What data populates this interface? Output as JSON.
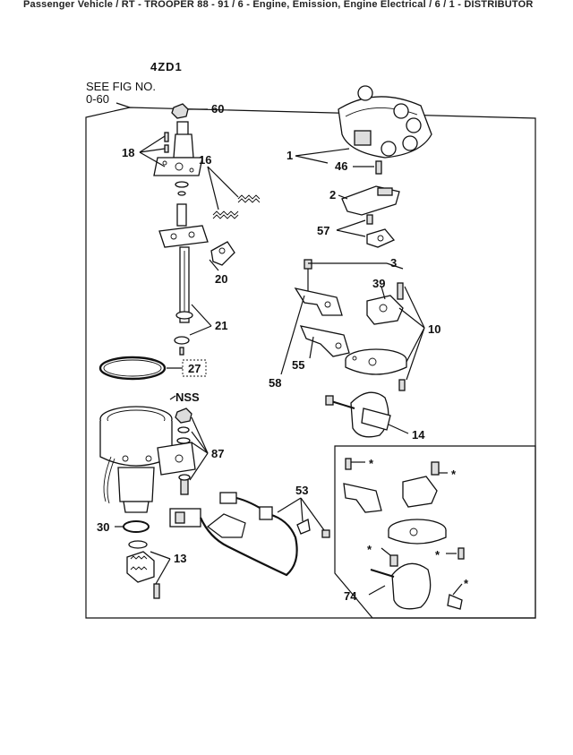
{
  "header": {
    "text": "Passenger Vehicle / RT - TROOPER 88 - 91 / 6 - Engine, Emission, Engine Electrical / 6 / 1 - DISTRIBUTOR"
  },
  "diagram": {
    "engine_code": "4ZD1",
    "see_fig_line1": "SEE FIG NO.",
    "see_fig_line2": "0-60",
    "callouts": {
      "p60": "60",
      "p18": "18",
      "p16": "16",
      "p20": "20",
      "p21": "21",
      "p27": "27",
      "nss": "NSS",
      "p87": "87",
      "p30": "30",
      "p13": "13",
      "p53": "53",
      "p1": "1",
      "p46": "46",
      "p2": "2",
      "p57": "57",
      "p3": "3",
      "p39": "39",
      "p10": "10",
      "p55": "55",
      "p58": "58",
      "p14": "14",
      "p74": "74",
      "star": "*"
    }
  }
}
